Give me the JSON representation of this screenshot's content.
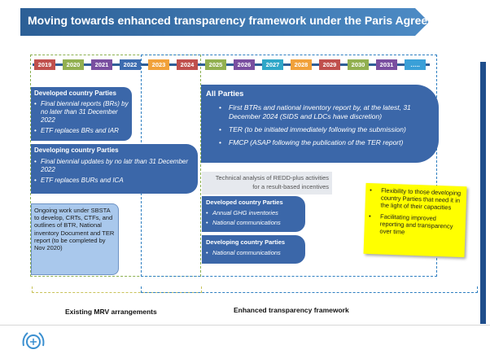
{
  "title": "Moving towards enhanced transparency framework under the Paris Agreement",
  "years": [
    {
      "label": "2019",
      "color": "#c0504d"
    },
    {
      "label": "2020",
      "color": "#92b050"
    },
    {
      "label": "2021",
      "color": "#7a4fa0"
    },
    {
      "label": "2022",
      "color": "#3c6cb0"
    },
    {
      "label": "2023",
      "color": "#f1a13a"
    },
    {
      "label": "2024",
      "color": "#c0504d"
    },
    {
      "label": "2025",
      "color": "#92b050"
    },
    {
      "label": "2026",
      "color": "#7a4fa0"
    },
    {
      "label": "2027",
      "color": "#2fa7c8"
    },
    {
      "label": "2028",
      "color": "#f1a13a"
    },
    {
      "label": "2029",
      "color": "#c0504d"
    },
    {
      "label": "2030",
      "color": "#92b050"
    },
    {
      "label": "2031",
      "color": "#7a4fa0"
    },
    {
      "label": "…..",
      "color": "#3aa0d8"
    }
  ],
  "developed_existing": {
    "header": "Developed country Parties",
    "bullets": [
      "Final biennial reports (BRs) by no later than 31 December 2022",
      "ETF replaces BRs and IAR"
    ]
  },
  "developing_existing": {
    "header": "Developing country Parties",
    "bullets": [
      "Final biennial updates by no latr than 31 December 2022",
      "ETF replaces BURs and ICA"
    ]
  },
  "ongoing_work": "Ongoing work under SBSTA to develop, CRTs, CTFs, and outlines of BTR, National inventory Document and TER report (to be completed by Nov 2020)",
  "all_parties": {
    "header": "All Parties",
    "bullets": [
      "First BTRs and national inventory report by, at the latest, 31 December 2024 (SIDS and LDCs have discretion)",
      "TER (to be initiated immediately following the submission)",
      "FMCP (ASAP following the publication of the TER report)"
    ]
  },
  "redd": {
    "line1": "Technical analysis of REDD-plus activities",
    "line2": "for a result-based incentives"
  },
  "developed_enhanced": {
    "header": "Developed country Parties",
    "bullets": [
      "Annual GHG inventories",
      "National communications"
    ]
  },
  "developing_enhanced": {
    "header": "Developing country Parties",
    "bullets": [
      "National communications"
    ]
  },
  "flexibility": {
    "bullets": [
      "Flexibility to those developing country Parties that need it in the light of their capacities",
      "Facilitating improved reporting and transparency over time"
    ]
  },
  "labels": {
    "existing": "Existing MRV arrangements",
    "enhanced": "Enhanced transparency framework"
  },
  "colors": {
    "primary_blue": "#3b67a9",
    "light_blue": "#a9c8ec",
    "yellow": "#ffff00",
    "right_bar": "#1f4e8c"
  }
}
